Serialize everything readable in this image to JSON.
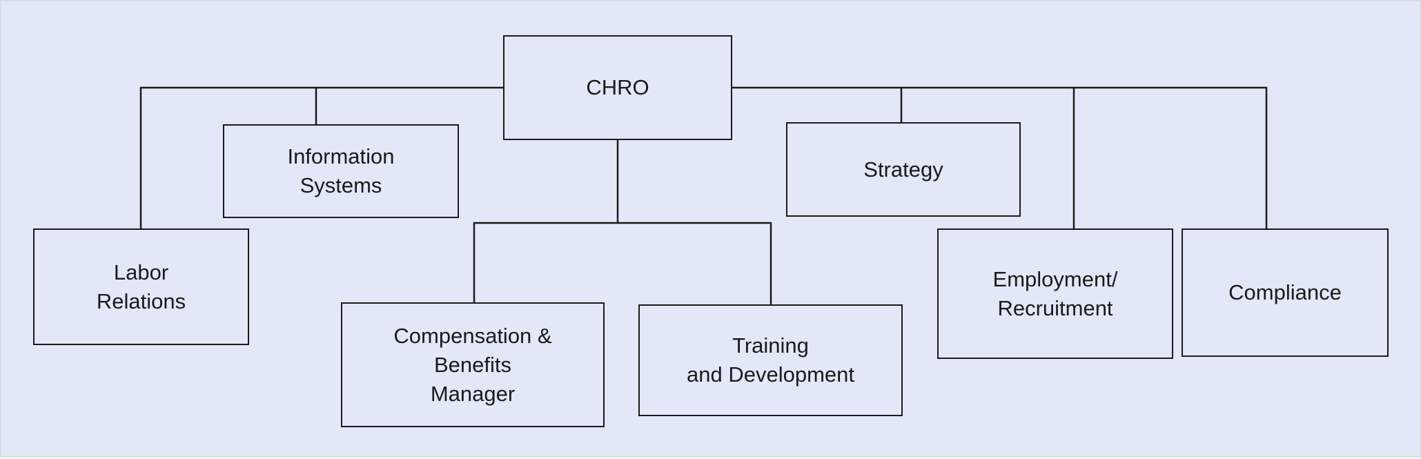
{
  "org_chart": {
    "root": {
      "label": "CHRO"
    },
    "units": {
      "labor_relations": "Labor\nRelations",
      "information_systems": "Information\nSystems",
      "compensation_benefits": "Compensation &\nBenefits\nManager",
      "training_development": "Training\nand Development",
      "strategy": "Strategy",
      "employment_recruitment": "Employment/\nRecruitment",
      "compliance": "Compliance"
    }
  },
  "colors": {
    "background": "#e3e8f8",
    "line": "#1a1a1a"
  }
}
